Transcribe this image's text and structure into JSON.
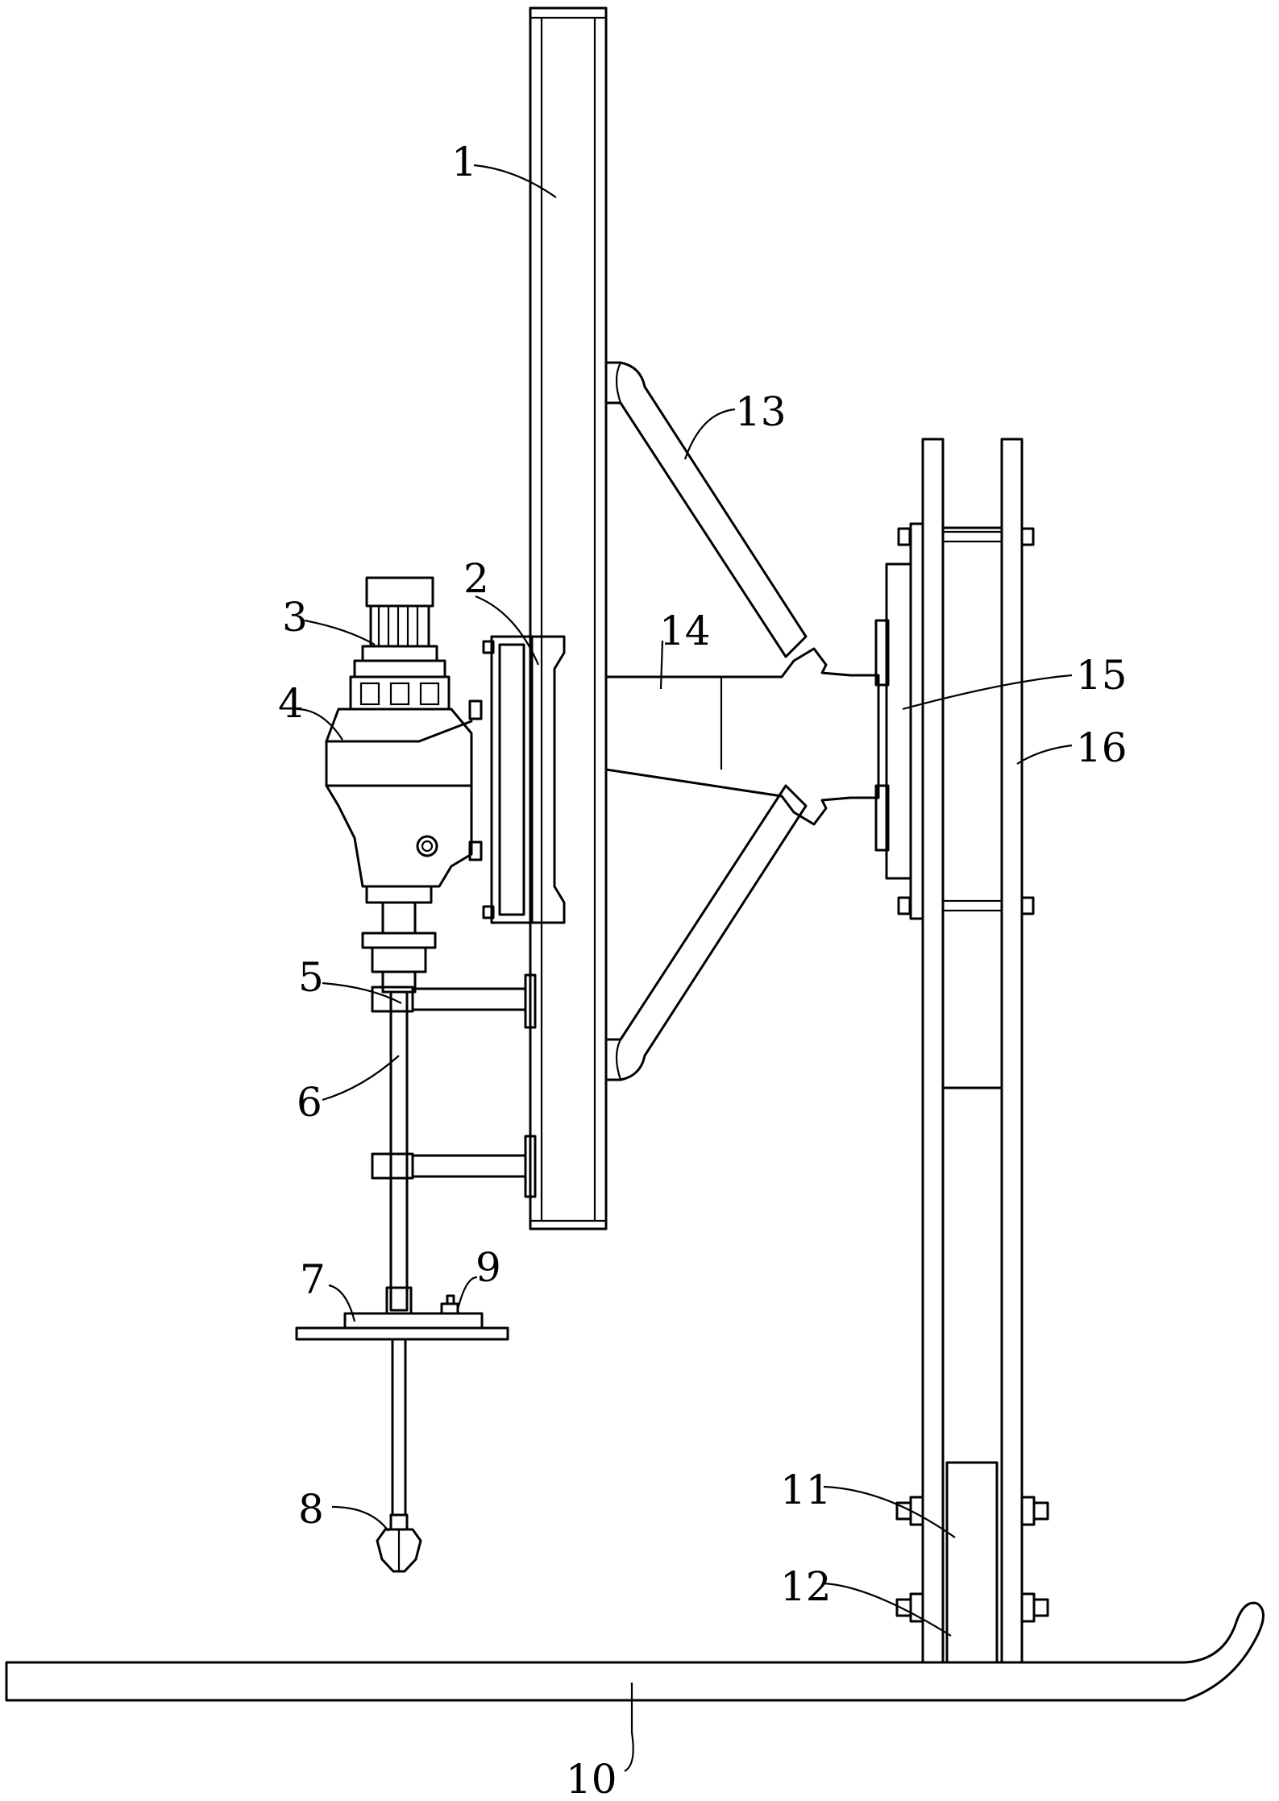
{
  "labels": {
    "1": "1",
    "2": "2",
    "3": "3",
    "4": "4",
    "5": "5",
    "6": "6",
    "7": "7",
    "8": "8",
    "9": "9",
    "10": "10",
    "11": "11",
    "12": "12",
    "13": "13",
    "14": "14",
    "15": "15",
    "16": "16"
  },
  "colors": {
    "line": "#000000",
    "background": "#ffffff"
  }
}
